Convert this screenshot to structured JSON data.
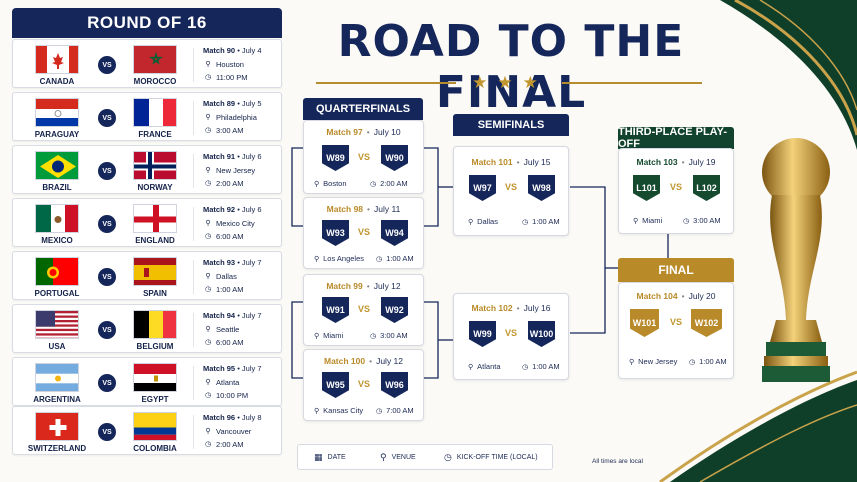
{
  "round16": {
    "title": "ROUND OF 16",
    "matches": [
      {
        "left": "CANADA",
        "right": "MOROCCO",
        "match": "Match 90",
        "date": "July 4",
        "venue": "Houston",
        "time": "11:00 PM"
      },
      {
        "left": "PARAGUAY",
        "right": "FRANCE",
        "match": "Match 89",
        "date": "July 5",
        "venue": "Philadelphia",
        "time": "3:00 AM"
      },
      {
        "left": "BRAZIL",
        "right": "NORWAY",
        "match": "Match 91",
        "date": "July 6",
        "venue": "New Jersey",
        "time": "2:00 AM"
      },
      {
        "left": "MEXICO",
        "right": "ENGLAND",
        "match": "Match 92",
        "date": "July 6",
        "venue": "Mexico City",
        "time": "6:00 AM"
      },
      {
        "left": "PORTUGAL",
        "right": "SPAIN",
        "match": "Match 93",
        "date": "July 7",
        "venue": "Dallas",
        "time": "1:00 AM"
      },
      {
        "left": "USA",
        "right": "BELGIUM",
        "match": "Match 94",
        "date": "July 7",
        "venue": "Seattle",
        "time": "6:00 AM"
      },
      {
        "left": "ARGENTINA",
        "right": "EGYPT",
        "match": "Match 95",
        "date": "July 7",
        "venue": "Atlanta",
        "time": "10:00 PM"
      },
      {
        "left": "SWITZERLAND",
        "right": "COLOMBIA",
        "match": "Match 96",
        "date": "July 8",
        "venue": "Vancouver",
        "time": "2:00 AM"
      }
    ]
  },
  "title": "ROAD TO THE FINAL",
  "vs": "VS",
  "quarterfinals": {
    "title": "QUARTERFINALS",
    "matches": [
      {
        "match": "Match 97",
        "date": "July 10",
        "a": "W89",
        "b": "W90",
        "venue": "Boston",
        "time": "2:00 AM"
      },
      {
        "match": "Match 98",
        "date": "July 11",
        "a": "W93",
        "b": "W94",
        "venue": "Los Angeles",
        "time": "1:00 AM"
      },
      {
        "match": "Match 99",
        "date": "July 12",
        "a": "W91",
        "b": "W92",
        "venue": "Miami",
        "time": "3:00 AM"
      },
      {
        "match": "Match 100",
        "date": "July 12",
        "a": "W95",
        "b": "W96",
        "venue": "Kansas City",
        "time": "7:00 AM"
      }
    ]
  },
  "semifinals": {
    "title": "SEMIFINALS",
    "matches": [
      {
        "match": "Match 101",
        "date": "July 15",
        "a": "W97",
        "b": "W98",
        "venue": "Dallas",
        "time": "1:00 AM"
      },
      {
        "match": "Match 102",
        "date": "July 16",
        "a": "W99",
        "b": "W100",
        "venue": "Atlanta",
        "time": "1:00 AM"
      }
    ]
  },
  "third_place": {
    "title": "THIRD-PLACE PLAY-OFF",
    "match": "Match 103",
    "date": "July 19",
    "a": "L101",
    "b": "L102",
    "venue": "Miami",
    "time": "3:00 AM"
  },
  "final": {
    "title": "FINAL",
    "match": "Match 104",
    "date": "July 20",
    "a": "W101",
    "b": "W102",
    "venue": "New Jersey",
    "time": "1:00 AM"
  },
  "legend": {
    "date": "DATE",
    "venue": "VENUE",
    "kickoff": "KICK-OFF TIME (LOCAL)"
  },
  "note": "All times are local",
  "colors": {
    "navy": "#15265a",
    "gold": "#b98a28",
    "green": "#12432e"
  },
  "icons": {
    "date": "calendar-icon",
    "venue": "pin-icon",
    "time": "clock-icon"
  }
}
